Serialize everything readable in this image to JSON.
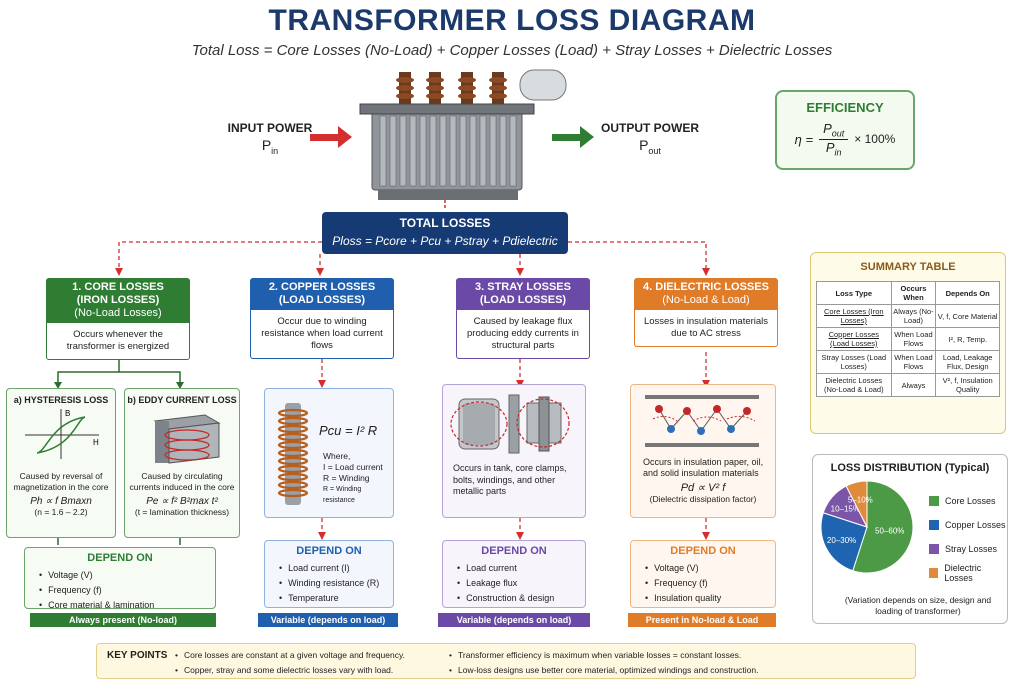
{
  "title": "TRANSFORMER LOSS DIAGRAM",
  "subtitle": "Total Loss = Core Losses (No-Load) + Copper Losses (Load) + Stray Losses + Dielectric Losses",
  "input": {
    "label": "INPUT POWER",
    "symbol": "P",
    "sub": "in"
  },
  "output": {
    "label": "OUTPUT POWER",
    "symbol": "P",
    "sub": "out"
  },
  "efficiency": {
    "title": "EFFICIENCY",
    "lhs": "η =",
    "num": "P",
    "num_sub": "out",
    "den": "P",
    "den_sub": "in",
    "rhs": "× 100%"
  },
  "total": {
    "title": "TOTAL LOSSES",
    "formula": "Ploss = Pcore + Pcu + Pstray + Pdielectric"
  },
  "core": {
    "title1": "1. CORE LOSSES",
    "title2": "(IRON LOSSES)",
    "title3": "(No-Load Losses)",
    "desc": "Occurs whenever the transformer is energized",
    "hyst": {
      "title": "a) HYSTERESIS LOSS",
      "axis_b": "B",
      "axis_h": "H",
      "desc": "Caused by reversal of magnetization in the core",
      "formula": "Ph ∝ f Bmaxn",
      "note": "(n = 1.6 – 2.2)"
    },
    "eddy": {
      "title": "b) EDDY CURRENT LOSS",
      "desc": "Caused by circulating currents induced in the core",
      "formula": "Pe ∝ f² B²max t²",
      "note": "(t = lamination thickness)"
    },
    "depend_title": "DEPEND ON",
    "depend": [
      "Voltage (V)",
      "Frequency (f)",
      "Core material & lamination"
    ],
    "footer": "Always present (No-load)"
  },
  "copper": {
    "title1": "2. COPPER LOSSES",
    "title2": "(LOAD LOSSES)",
    "desc": "Occur due to winding resistance when load current flows",
    "formula": "Pcu = I² R",
    "where": "Where,",
    "w1": "I = Load current",
    "w2": "R = Winding",
    "w3": "R = Winding resistance",
    "depend_title": "DEPEND ON",
    "depend": [
      "Load current (I)",
      "Winding resistance (R)",
      "Temperature"
    ],
    "footer": "Variable (depends on load)"
  },
  "stray": {
    "title1": "3. STRAY LOSSES",
    "title2": "(LOAD LOSSES)",
    "desc": "Caused by leakage flux producing eddy currents in structural parts",
    "panel_text": "Occurs in tank, core clamps, bolts, windings, and other metallic parts",
    "depend_title": "DEPEND ON",
    "depend": [
      "Load current",
      "Leakage flux",
      "Construction & design"
    ],
    "footer": "Variable (depends on load)"
  },
  "dielectric": {
    "title1": "4. DIELECTRIC LOSSES",
    "title2": "(No-Load & Load)",
    "desc": "Losses in insulation materials due to AC stress",
    "panel_text": "Occurs in insulation paper, oil, and solid insulation materials",
    "formula": "Pd ∝ V² f",
    "note": "(Dielectric dissipation factor)",
    "depend_title": "DEPEND ON",
    "depend": [
      "Voltage (V)",
      "Frequency (f)",
      "Insulation quality"
    ],
    "footer": "Present in No-load & Load"
  },
  "summary": {
    "title": "SUMMARY TABLE",
    "headers": [
      "Loss Type",
      "Occurs When",
      "Depends On"
    ],
    "rows": [
      [
        "Core Losses (Iron Losses)",
        "Always (No-Load)",
        "V, f, Core Material"
      ],
      [
        "Copper Losses (Load Losses)",
        "When Load Flows",
        "I², R, Temp."
      ],
      [
        "Stray Losses (Load Losses)",
        "When Load Flows",
        "Load, Leakage Flux, Design"
      ],
      [
        "Dielectric Losses (No-Load & Load)",
        "Always",
        "V², f, Insulation Quality"
      ]
    ]
  },
  "distribution": {
    "title": "LOSS DISTRIBUTION (Typical)",
    "slices": [
      {
        "name": "Core Losses",
        "label": "50–60%",
        "value": 55,
        "color": "#4c9a46"
      },
      {
        "name": "Copper Losses",
        "label": "20–30%",
        "value": 25,
        "color": "#1f64b0"
      },
      {
        "name": "Stray Losses",
        "label": "10–15%",
        "value": 12.5,
        "color": "#7b56a8"
      },
      {
        "name": "Dielectric Losses",
        "label": "5–10%",
        "value": 7.5,
        "color": "#e08a3c"
      }
    ],
    "note": "(Variation depends on size, design and loading of transformer)"
  },
  "key_points": {
    "title": "KEY POINTS",
    "points": [
      "Core losses are constant at a given voltage and frequency.",
      "Copper, stray and some dielectric losses vary with load.",
      "Transformer efficiency is maximum when variable losses = constant losses.",
      "Low-loss designs use better core material, optimized windings and construction."
    ]
  },
  "colors": {
    "navy": "#163a74",
    "green": "#2e7d32",
    "blue": "#1f5fae",
    "purple": "#6a4aa6",
    "orange": "#e07b28",
    "red_arrow": "#d32f2f"
  }
}
